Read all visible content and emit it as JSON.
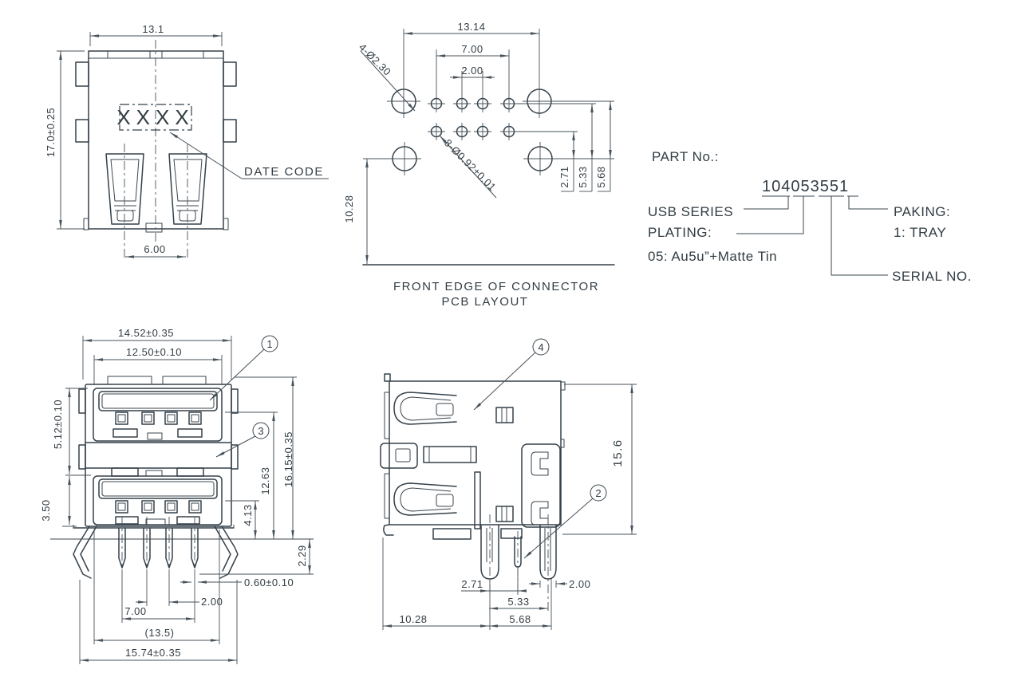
{
  "colors": {
    "outline": "#35414a",
    "dimension": "#47525a",
    "text": "#323d44",
    "background": "#ffffff"
  },
  "top_view": {
    "dim_width": "13.1",
    "dim_height": "17.0±0.25",
    "dim_center": "6.00",
    "date_code": "XXXX",
    "date_code_label": "DATE CODE"
  },
  "pcb_view": {
    "dim_width": "13.14",
    "dim_span": "7.00",
    "dim_pitch": "2.00",
    "label_large_holes": "4-Ø2.30",
    "label_small_holes": "8-Ø0.92±0.01",
    "dim_row_a": "2.71",
    "dim_row_b": "5.33",
    "dim_row_c": "5.68",
    "dim_depth": "10.28",
    "caption_line1": "FRONT EDGE OF CONNECTOR",
    "caption_line2": "PCB LAYOUT"
  },
  "part_block": {
    "title": "PART No.:",
    "number": "104053551",
    "series_label": "USB SERIES",
    "plating_label": "PLATING:",
    "plating_value": "05: Au5u”+Matte Tin",
    "paking_label": "PAKING:",
    "paking_value": "1:  TRAY",
    "serial_label": "SERIAL NO."
  },
  "front_view": {
    "dim_overall_w": "14.52±0.35",
    "dim_opening_w": "12.50±0.10",
    "dim_opening_h": "5.12±0.10",
    "dim_foot": "3.50",
    "dim_mid_h": "12.63",
    "dim_overall_h": "16.15±0.35",
    "dim_contact_h": "4.13",
    "dim_leg_h": "2.29",
    "dim_pin_w": "0.60±0.10",
    "dim_pitch": "2.00",
    "dim_span": "7.00",
    "dim_ref_w": "(13.5)",
    "dim_base_w": "15.74±0.35",
    "balloon_1": "1",
    "balloon_3": "3"
  },
  "side_view": {
    "dim_height": "15.6",
    "dim_a": "2.71",
    "dim_b": "5.33",
    "dim_c": "5.68",
    "dim_d": "10.28",
    "dim_pin": "2.00",
    "balloon_4": "4",
    "balloon_2": "2"
  }
}
